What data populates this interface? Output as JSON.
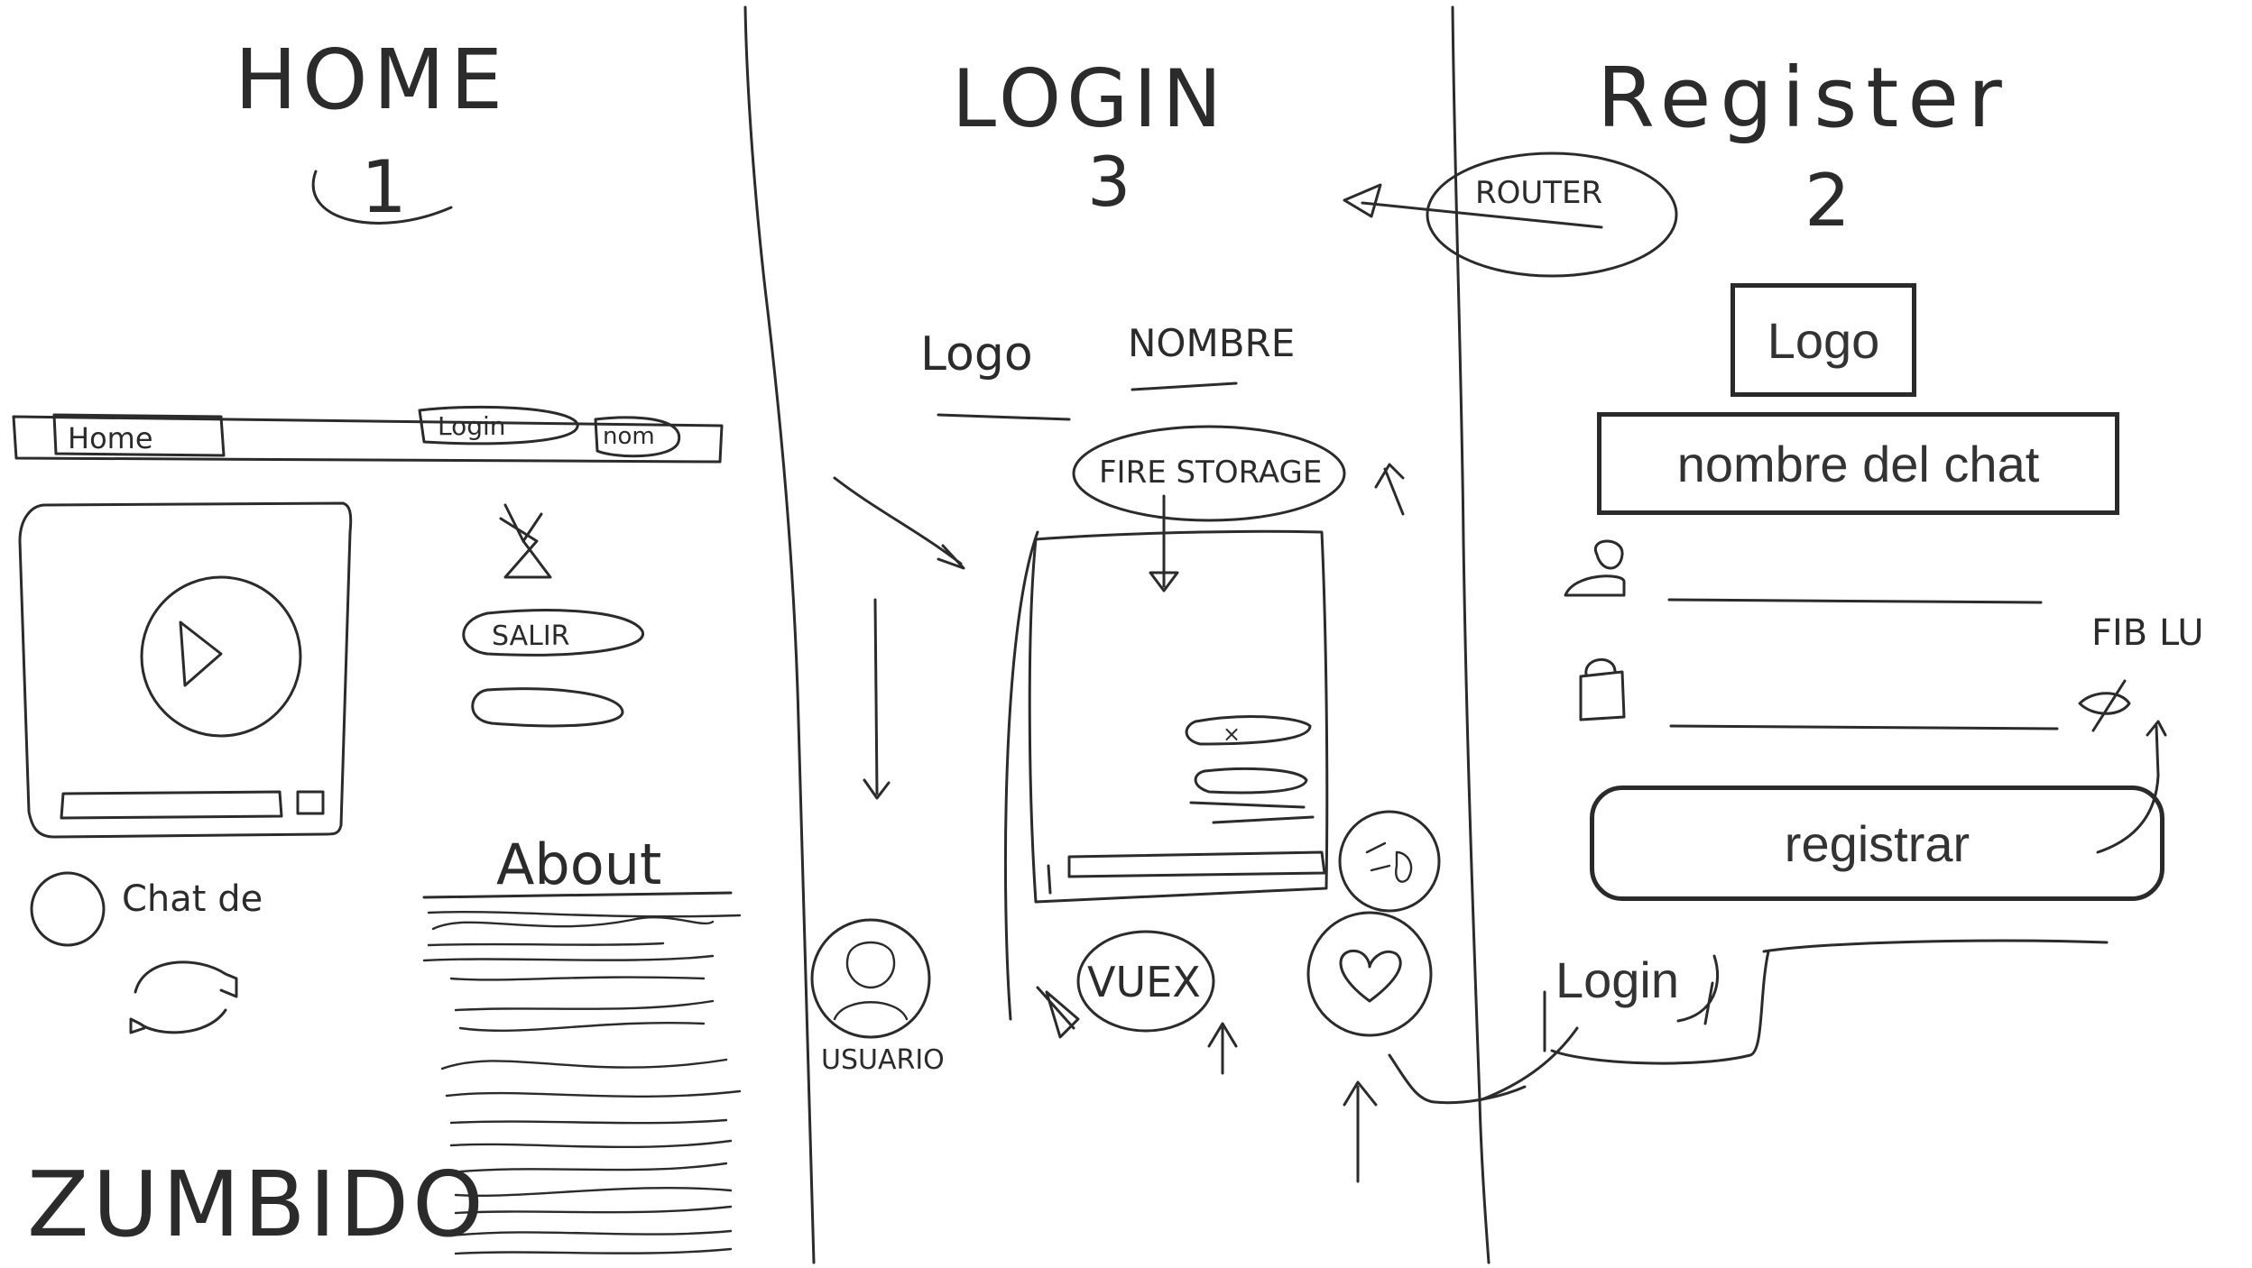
{
  "sections": {
    "home": {
      "title": "HOME",
      "number": "1"
    },
    "login": {
      "title": "LOGIN",
      "number": "3"
    },
    "register": {
      "title": "Register",
      "number": "2"
    }
  },
  "home": {
    "nav": {
      "home": "Home",
      "login": "Login",
      "other": "nom"
    },
    "button_label": "SALIR",
    "chat_label": "Chat de",
    "about": "About",
    "brand": "ZUMBIDO"
  },
  "login": {
    "header_logo": "Logo",
    "header_name": "NOMBRE",
    "router": "ROUTER",
    "storage": "FIRE STORAGE",
    "vuex": "VUEX",
    "user_label": "USUARIO"
  },
  "register": {
    "logo": "Logo",
    "chat_name": "nombre del chat",
    "fib": "FIB LU",
    "submit": "registrar",
    "login_link": "Login"
  },
  "icons": [
    "play-icon",
    "user-icon",
    "lock-icon",
    "eye-icon",
    "heart-icon",
    "emoji-icon",
    "refresh-icon",
    "arrow-icon"
  ]
}
